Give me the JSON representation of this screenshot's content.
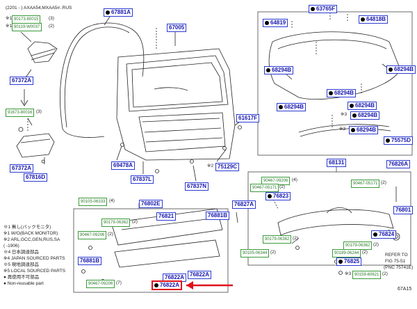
{
  "header": {
    "range": "(2201 -     ) AXAA54,MXAA5#..RUS",
    "figure_code": "67A15"
  },
  "markers": {
    "star1": "※1",
    "star2": "※2",
    "star3": "※3"
  },
  "labels": {
    "p67881A": "67881A",
    "p90173": "90173-80015",
    "p90119": "90119-W0037",
    "p67372A_top": "67372A",
    "p91673": "91673-80016",
    "p67372A_bot": "67372A",
    "p67816D": "67816D",
    "p67005": "67005",
    "p61617F": "61617F",
    "p69478A": "69478A",
    "p67837L": "67837L",
    "p67837N": "67837N",
    "p75129C": "75129C",
    "p63765F": "63765F",
    "p64819": "64819",
    "p64818B": "64818B",
    "p68294B_r": "68294B",
    "p68294B_l": "68294B",
    "p68294B_2": "68294B",
    "p68294B_3": "68294B",
    "p68294B_4": "68294B",
    "p68294B_5": "68294B",
    "p68294B_6": "68294B",
    "p75575D": "75575D",
    "p68131": "68131",
    "p76826A": "76826A",
    "p90105a": "90105-06333",
    "p76802E": "76802E",
    "p76821": "76821",
    "p76881B_r": "76881B",
    "p90179a": "90179-06362",
    "p90467a": "90467-09206",
    "p90467b": "90467-09206",
    "p76881B_l": "76881B",
    "p76822A_l": "76822A",
    "p76822A_r": "76822A",
    "p76827A": "76827A",
    "p90467c": "90467-09206",
    "p90467d": "90467-05171",
    "p90467e": "90467-05171",
    "p76823": "76823",
    "p76801": "76801",
    "p90179b": "90179-06362",
    "p90179c": "90179-06362",
    "p76824": "76824",
    "p90105b": "90105-06344",
    "p90189": "90189-06244",
    "p76825": "76825",
    "p90159": "90159-60621"
  },
  "qty": {
    "q3": "(3)",
    "q2": "(2)",
    "q4": "(4)",
    "q2b": "(2)",
    "q2c": "(2)",
    "q2d": "(2)",
    "q2e": "(2)",
    "q7": "(7)",
    "q2f": "(2)",
    "q2g": "(2)",
    "q2h": "(2)",
    "q2i": "(2)",
    "q2j": "(2)"
  },
  "notes": [
    "※1 無し(バックモニタ)",
    "※1 W/O(BACK MONITOR)",
    "※2 ARL,GCC,GEN,RUS,SA",
    "       (     -1906)",
    "※4 日本調達部品",
    "※4 JAPAN SOURCED PARTS",
    "※5 現地調達部品",
    "※5 LOCAL SOURCED PARTS",
    "● 再使用不可部品",
    "● Non-reusable part"
  ],
  "refer": {
    "line1": "REFER TO",
    "line2": "FIG",
    "fig": "75-51",
    "line3": "(PNC 75741E)"
  },
  "colors": {
    "label_border": "#2b3bd1",
    "label_text": "#1a1aa0",
    "small_text": "#2a7a2a",
    "highlight": "#e0101a"
  }
}
